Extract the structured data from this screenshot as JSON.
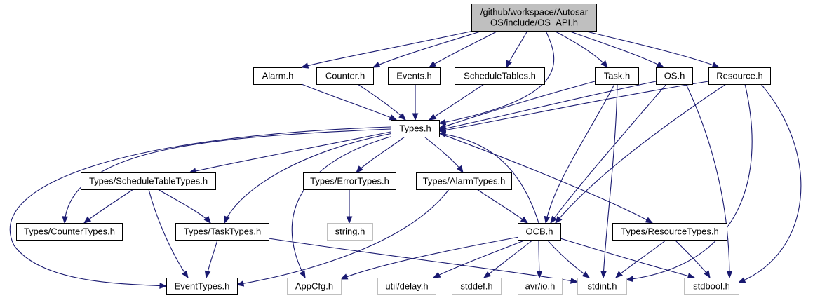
{
  "diagram": {
    "nodes": [
      {
        "id": "root",
        "lines": [
          "/github/workspace/Autosar",
          "OS/include/OS_API.h"
        ],
        "kind": "root"
      },
      {
        "id": "alarm",
        "lines": [
          "Alarm.h"
        ],
        "kind": "file"
      },
      {
        "id": "counter",
        "lines": [
          "Counter.h"
        ],
        "kind": "file"
      },
      {
        "id": "events",
        "lines": [
          "Events.h"
        ],
        "kind": "file"
      },
      {
        "id": "sched",
        "lines": [
          "ScheduleTables.h"
        ],
        "kind": "file"
      },
      {
        "id": "task",
        "lines": [
          "Task.h"
        ],
        "kind": "file"
      },
      {
        "id": "os",
        "lines": [
          "OS.h"
        ],
        "kind": "file"
      },
      {
        "id": "resource",
        "lines": [
          "Resource.h"
        ],
        "kind": "file"
      },
      {
        "id": "types",
        "lines": [
          "Types.h"
        ],
        "kind": "file"
      },
      {
        "id": "tsched",
        "lines": [
          "Types/ScheduleTableTypes.h"
        ],
        "kind": "file"
      },
      {
        "id": "terror",
        "lines": [
          "Types/ErrorTypes.h"
        ],
        "kind": "file"
      },
      {
        "id": "talarm",
        "lines": [
          "Types/AlarmTypes.h"
        ],
        "kind": "file"
      },
      {
        "id": "tcounter",
        "lines": [
          "Types/CounterTypes.h"
        ],
        "kind": "file"
      },
      {
        "id": "ttask",
        "lines": [
          "Types/TaskTypes.h"
        ],
        "kind": "file"
      },
      {
        "id": "string",
        "lines": [
          "string.h"
        ],
        "kind": "external"
      },
      {
        "id": "ocb",
        "lines": [
          "OCB.h"
        ],
        "kind": "file"
      },
      {
        "id": "tresource",
        "lines": [
          "Types/ResourceTypes.h"
        ],
        "kind": "file"
      },
      {
        "id": "eventtypes",
        "lines": [
          "EventTypes.h"
        ],
        "kind": "file"
      },
      {
        "id": "appcfg",
        "lines": [
          "AppCfg.h"
        ],
        "kind": "external"
      },
      {
        "id": "delay",
        "lines": [
          "util/delay.h"
        ],
        "kind": "external"
      },
      {
        "id": "stddef",
        "lines": [
          "stddef.h"
        ],
        "kind": "external"
      },
      {
        "id": "avrio",
        "lines": [
          "avr/io.h"
        ],
        "kind": "external"
      },
      {
        "id": "stdint",
        "lines": [
          "stdint.h"
        ],
        "kind": "external"
      },
      {
        "id": "stdbool",
        "lines": [
          "stdbool.h"
        ],
        "kind": "external"
      }
    ],
    "edges": [
      [
        "root",
        "alarm"
      ],
      [
        "root",
        "counter"
      ],
      [
        "root",
        "events"
      ],
      [
        "root",
        "sched"
      ],
      [
        "root",
        "task"
      ],
      [
        "root",
        "os"
      ],
      [
        "root",
        "resource"
      ],
      [
        "root",
        "types"
      ],
      [
        "alarm",
        "types"
      ],
      [
        "counter",
        "types"
      ],
      [
        "events",
        "types"
      ],
      [
        "sched",
        "types"
      ],
      [
        "task",
        "types"
      ],
      [
        "task",
        "ocb"
      ],
      [
        "task",
        "stdint"
      ],
      [
        "os",
        "types"
      ],
      [
        "os",
        "ocb"
      ],
      [
        "os",
        "stdbool"
      ],
      [
        "resource",
        "types"
      ],
      [
        "resource",
        "ocb"
      ],
      [
        "resource",
        "stdint"
      ],
      [
        "resource",
        "stdbool"
      ],
      [
        "types",
        "tsched"
      ],
      [
        "types",
        "terror"
      ],
      [
        "types",
        "talarm"
      ],
      [
        "types",
        "tcounter"
      ],
      [
        "types",
        "ttask"
      ],
      [
        "types",
        "tresource"
      ],
      [
        "types",
        "eventtypes"
      ],
      [
        "types",
        "appcfg"
      ],
      [
        "tsched",
        "tcounter"
      ],
      [
        "tsched",
        "ttask"
      ],
      [
        "tsched",
        "eventtypes"
      ],
      [
        "terror",
        "string"
      ],
      [
        "talarm",
        "ocb"
      ],
      [
        "talarm",
        "eventtypes"
      ],
      [
        "ttask",
        "eventtypes"
      ],
      [
        "ttask",
        "stdint"
      ],
      [
        "ocb",
        "types"
      ],
      [
        "ocb",
        "appcfg"
      ],
      [
        "ocb",
        "delay"
      ],
      [
        "ocb",
        "stddef"
      ],
      [
        "ocb",
        "avrio"
      ],
      [
        "ocb",
        "stdint"
      ],
      [
        "ocb",
        "stdbool"
      ],
      [
        "tresource",
        "stdint"
      ],
      [
        "tresource",
        "stdbool"
      ]
    ]
  }
}
